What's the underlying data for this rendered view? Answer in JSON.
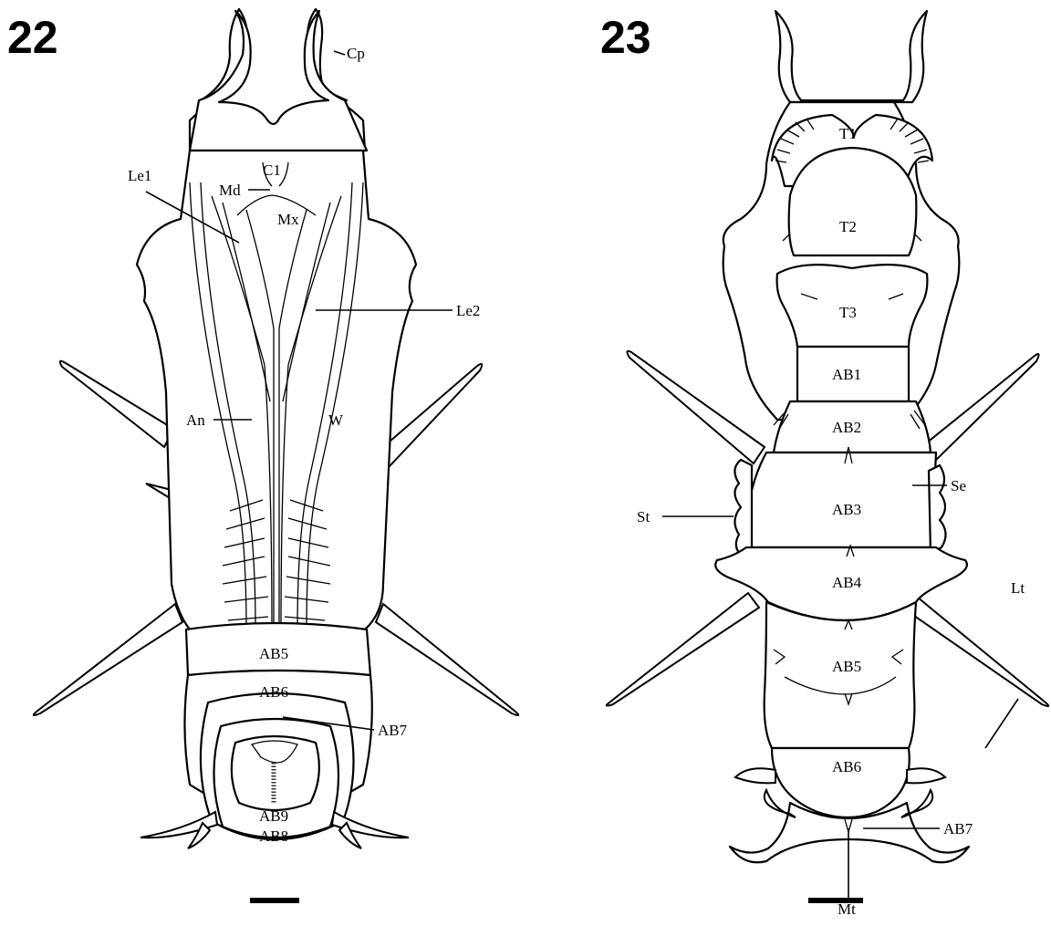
{
  "figures": [
    {
      "number": "22",
      "labels": {
        "cp": "Cp",
        "cl": "C1",
        "md": "Md",
        "le1": "Le1",
        "mx": "Mx",
        "le2": "Le2",
        "an": "An",
        "w": "W",
        "ab5": "AB5",
        "ab6": "AB6",
        "ab7": "AB7",
        "ab9": "AB9",
        "ab8": "AB8"
      }
    },
    {
      "number": "23",
      "labels": {
        "t1": "T1",
        "t2": "T2",
        "t3": "T3",
        "ab1": "AB1",
        "ab2": "AB2",
        "ab3": "AB3",
        "se": "Se",
        "st": "St",
        "ab4": "AB4",
        "lt": "Lt",
        "ab5": "AB5",
        "ab6": "AB6",
        "ab7": "AB7",
        "mt": "Mt"
      }
    }
  ]
}
